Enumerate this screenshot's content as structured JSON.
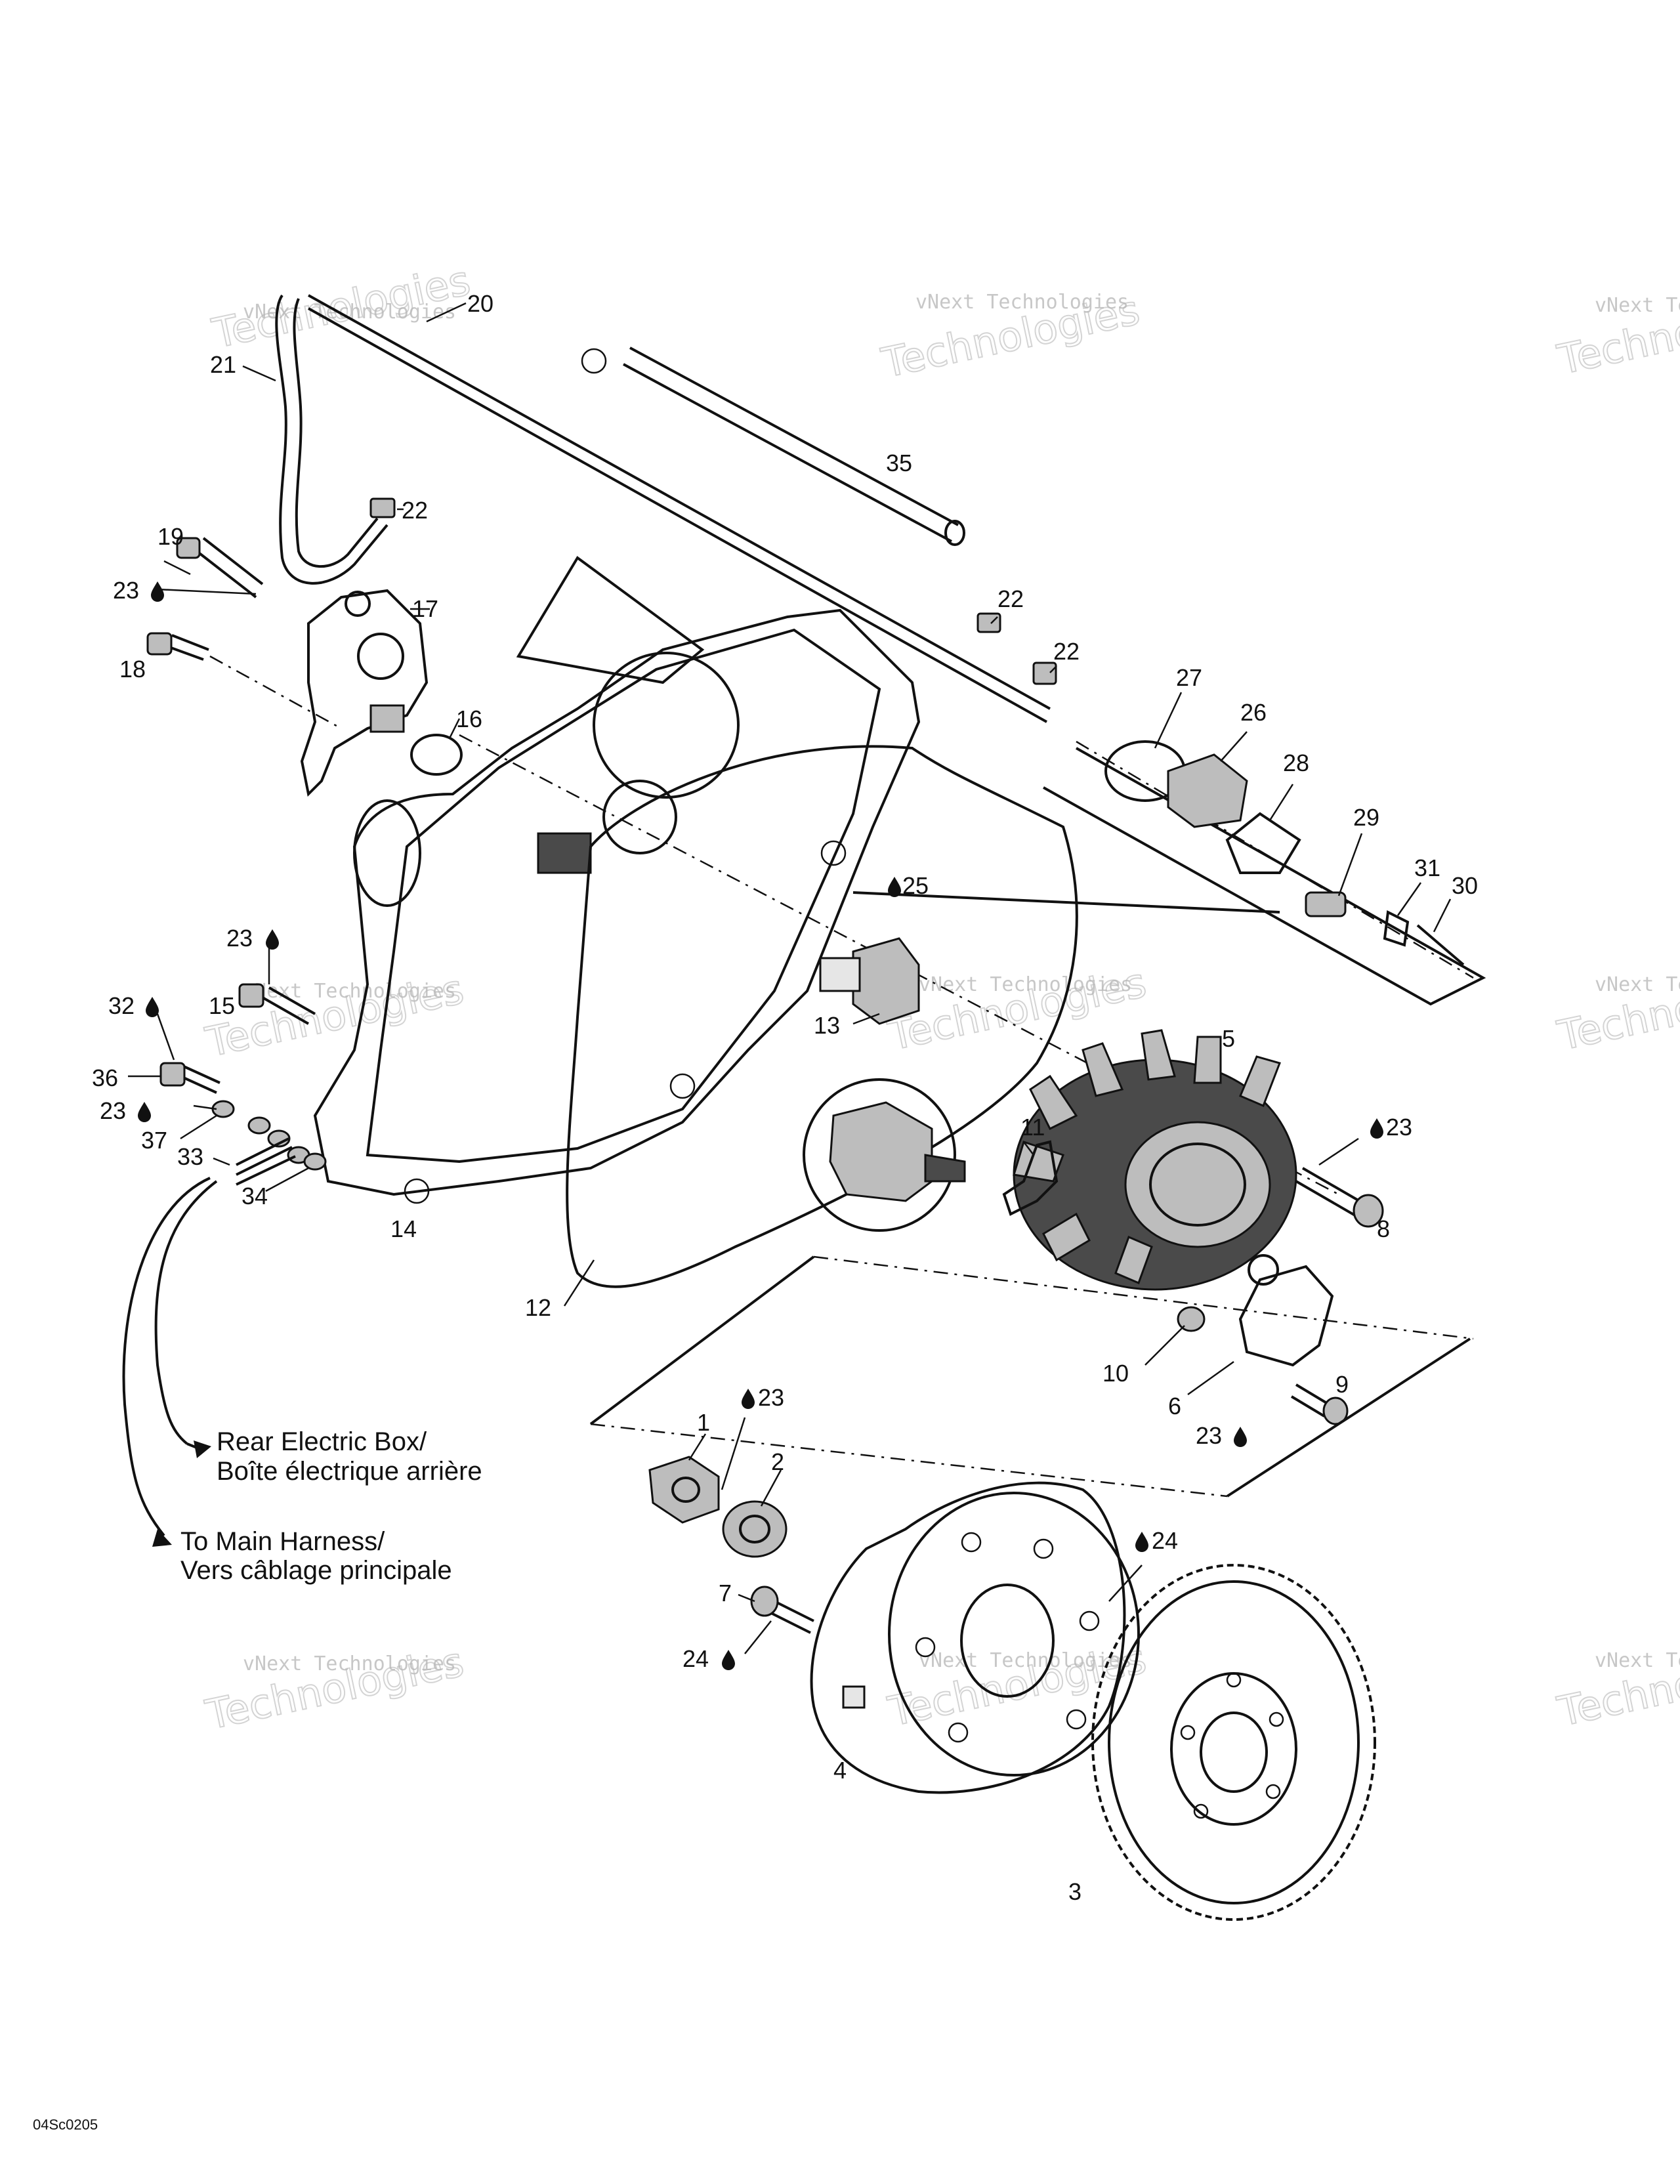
{
  "figure_code": "04Sc0205",
  "notes": {
    "rear_box_en": "Rear Electric Box/",
    "rear_box_fr": "Boîte électrique arrière",
    "main_harness_en": "To Main Harness/",
    "main_harness_fr": "Vers câblage principale"
  },
  "watermark": {
    "small": "vNext Technologies",
    "big": "Technologies",
    "top": "vNext"
  },
  "icons": {
    "drop": "drop-icon"
  },
  "callouts": [
    {
      "id": "c20",
      "text": "20"
    },
    {
      "id": "c21",
      "text": "21"
    },
    {
      "id": "c22a",
      "text": "22"
    },
    {
      "id": "c19",
      "text": "19"
    },
    {
      "id": "c23a",
      "text": "23"
    },
    {
      "id": "c17",
      "text": "17"
    },
    {
      "id": "c18",
      "text": "18"
    },
    {
      "id": "c16",
      "text": "16"
    },
    {
      "id": "c35",
      "text": "35"
    },
    {
      "id": "c22b",
      "text": "22"
    },
    {
      "id": "c22c",
      "text": "22"
    },
    {
      "id": "c27",
      "text": "27"
    },
    {
      "id": "c26",
      "text": "26"
    },
    {
      "id": "c28",
      "text": "28"
    },
    {
      "id": "c29",
      "text": "29"
    },
    {
      "id": "c31",
      "text": "31"
    },
    {
      "id": "c30",
      "text": "30"
    },
    {
      "id": "c25",
      "text": "25"
    },
    {
      "id": "c23b",
      "text": "23"
    },
    {
      "id": "c32",
      "text": "32"
    },
    {
      "id": "c15",
      "text": "15"
    },
    {
      "id": "c36",
      "text": "36"
    },
    {
      "id": "c23c",
      "text": "23"
    },
    {
      "id": "c37",
      "text": "37"
    },
    {
      "id": "c33",
      "text": "33"
    },
    {
      "id": "c34",
      "text": "34"
    },
    {
      "id": "c14",
      "text": "14"
    },
    {
      "id": "c13",
      "text": "13"
    },
    {
      "id": "c5",
      "text": "5"
    },
    {
      "id": "c11",
      "text": "11"
    },
    {
      "id": "c23d",
      "text": "23"
    },
    {
      "id": "c8",
      "text": "8"
    },
    {
      "id": "c12",
      "text": "12"
    },
    {
      "id": "c10",
      "text": "10"
    },
    {
      "id": "c9",
      "text": "9"
    },
    {
      "id": "c6",
      "text": "6"
    },
    {
      "id": "c23e",
      "text": "23"
    },
    {
      "id": "c1",
      "text": "1"
    },
    {
      "id": "c23f",
      "text": "23"
    },
    {
      "id": "c2",
      "text": "2"
    },
    {
      "id": "c24a",
      "text": "24"
    },
    {
      "id": "c7",
      "text": "7"
    },
    {
      "id": "c24b",
      "text": "24"
    },
    {
      "id": "c4",
      "text": "4"
    },
    {
      "id": "c3",
      "text": "3"
    }
  ]
}
